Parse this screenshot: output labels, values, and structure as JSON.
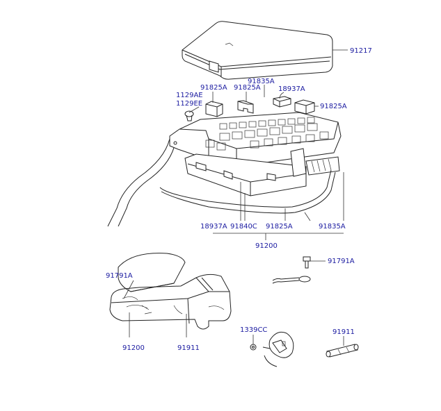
{
  "labels": {
    "cover": "91217",
    "fuse_a1": "91825A",
    "fuse_a2": "91825A",
    "relay_1": "18937A",
    "fuse_a3": "91825A",
    "screw_e": "1129AE",
    "screw_ee": "1129EE",
    "fuse_835": "91835A",
    "bottom_18937": "18937A",
    "bottom_91840": "91840C",
    "bottom_91825": "91825A",
    "bottom_91835": "91835A",
    "main_harness": "91200",
    "bolt_right": "91791A",
    "car_91791": "91791A",
    "car_91200": "91200",
    "car_91911": "91911",
    "grommet_1339": "1339CC",
    "right_91911": "91911"
  }
}
